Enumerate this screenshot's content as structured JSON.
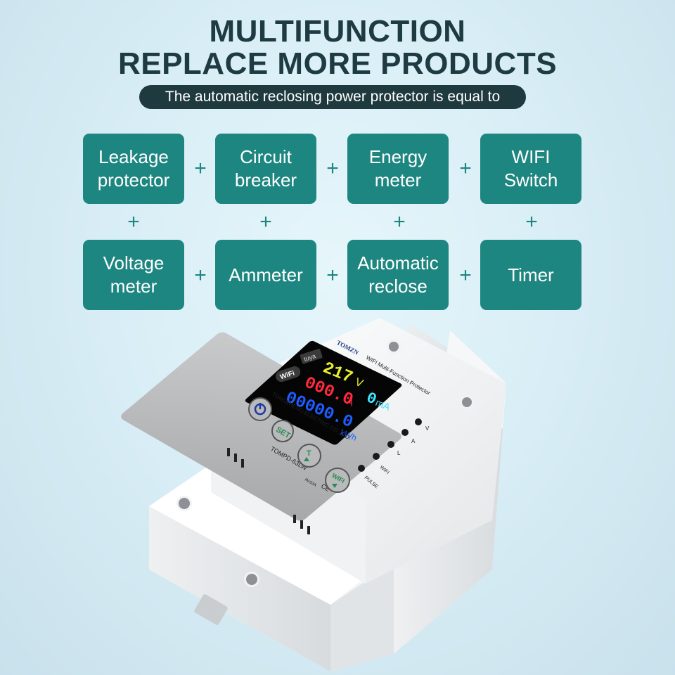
{
  "header": {
    "title_line1": "MULTIFUNCTION",
    "title_line2": "REPLACE MORE PRODUCTS",
    "subtitle": "The automatic reclosing power protector is equal to"
  },
  "features": [
    {
      "line1": "Leakage",
      "line2": "protector"
    },
    {
      "line1": "Circuit",
      "line2": "breaker"
    },
    {
      "line1": "Energy",
      "line2": "meter"
    },
    {
      "line1": "WIFI",
      "line2": "Switch"
    },
    {
      "line1": "Voltage",
      "line2": "meter"
    },
    {
      "line1": "Ammeter",
      "line2": ""
    },
    {
      "line1": "Automatic",
      "line2": "reclose"
    },
    {
      "line1": "Timer",
      "line2": ""
    }
  ],
  "plus_symbol": "+",
  "colors": {
    "box": "#1e8680",
    "title": "#1e3a42",
    "pill": "#1f3a3e"
  },
  "device": {
    "brand": "TOMZN",
    "product_name": "WIFI Multi-Function Protector",
    "manufacturer": "TONGZHENG ELECTRIC CO.,LTD.",
    "model": "TOMPD-63LW",
    "rating": "IN:63A",
    "cert": "CE",
    "wifi_badge": "WiFi",
    "app_badge": "tuya",
    "display": {
      "voltage": "217",
      "voltage_unit": "V",
      "current": "000.0",
      "current_unit": "A",
      "leakage": "0",
      "leakage_unit": "mA",
      "energy": "00000.0",
      "energy_unit": "kWh"
    },
    "buttons": [
      "power",
      "SET",
      "T",
      "WIFI"
    ],
    "indicators": [
      "V",
      "A",
      "L",
      "WIFI",
      "PULSE"
    ]
  }
}
